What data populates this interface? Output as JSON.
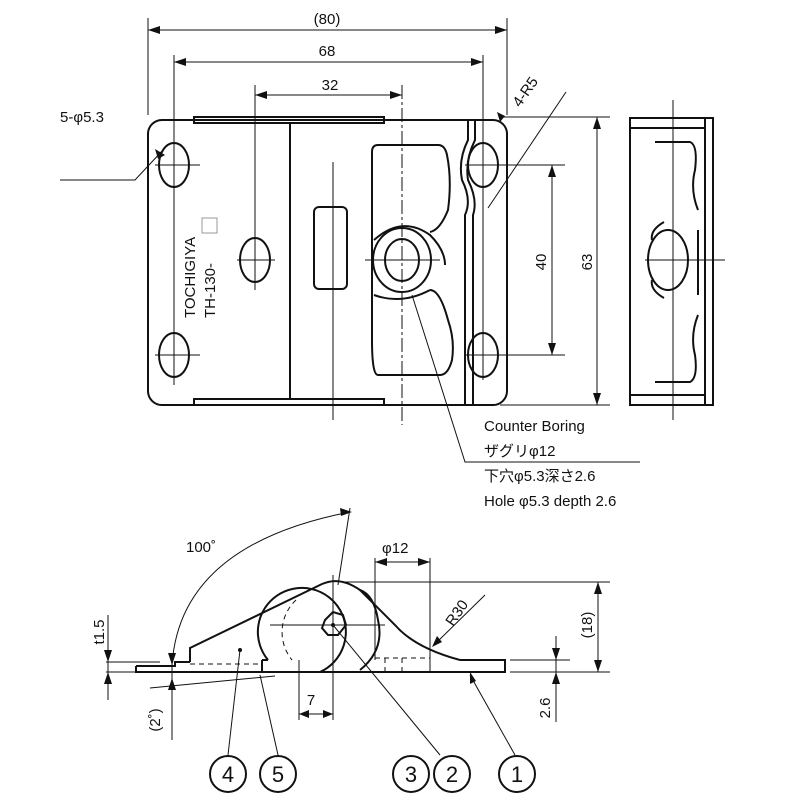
{
  "top_view": {
    "dim_overall_width": "(80)",
    "dim_hole_pitch_x": "68",
    "dim_center_offset": "32",
    "dim_corner_radius": "4-R5",
    "dim_holes": "5-φ5.3",
    "dim_hole_pitch_y": "40",
    "dim_height": "63",
    "marking_brand": "TOCHIGIYA",
    "marking_model": "TH-130-"
  },
  "counterbore_note": {
    "line1": "Counter Boring",
    "line2": "ザグリφ12",
    "line3": "下穴φ5.3深さ2.6",
    "line4": "Hole  φ5.3 depth 2.6"
  },
  "side_view": {
    "dim_angle": "100˚",
    "dim_pin_dia": "φ12",
    "dim_radius": "R30",
    "dim_thickness": "t1.5",
    "dim_height": "(18)",
    "dim_tilt": "(2˚)",
    "dim_offset": "7",
    "dim_base": "2.6"
  },
  "balloons": [
    "4",
    "5",
    "3",
    "2",
    "1"
  ]
}
